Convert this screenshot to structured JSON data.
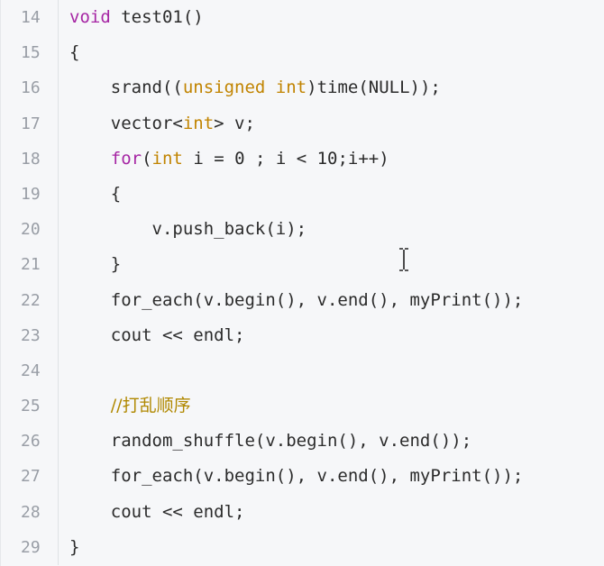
{
  "lines": [
    {
      "num": "14",
      "indent": "",
      "tokens": [
        {
          "t": "void ",
          "c": "kw"
        },
        {
          "t": "test01()",
          "c": "fn"
        }
      ]
    },
    {
      "num": "15",
      "indent": "",
      "tokens": [
        {
          "t": "{",
          "c": "fn"
        }
      ]
    },
    {
      "num": "16",
      "indent": "    ",
      "tokens": [
        {
          "t": "srand((",
          "c": "fn"
        },
        {
          "t": "unsigned int",
          "c": "type"
        },
        {
          "t": ")time(NULL));",
          "c": "fn"
        }
      ]
    },
    {
      "num": "17",
      "indent": "    ",
      "tokens": [
        {
          "t": "vector<",
          "c": "fn"
        },
        {
          "t": "int",
          "c": "type"
        },
        {
          "t": "> v;",
          "c": "fn"
        }
      ]
    },
    {
      "num": "18",
      "indent": "    ",
      "tokens": [
        {
          "t": "for",
          "c": "kw"
        },
        {
          "t": "(",
          "c": "fn"
        },
        {
          "t": "int",
          "c": "type"
        },
        {
          "t": " i = 0 ; i < 10;i++)",
          "c": "fn"
        }
      ]
    },
    {
      "num": "19",
      "indent": "    ",
      "tokens": [
        {
          "t": "{",
          "c": "fn"
        }
      ]
    },
    {
      "num": "20",
      "indent": "        ",
      "tokens": [
        {
          "t": "v.push_back(i);",
          "c": "fn"
        }
      ]
    },
    {
      "num": "21",
      "indent": "    ",
      "tokens": [
        {
          "t": "}",
          "c": "fn"
        }
      ]
    },
    {
      "num": "22",
      "indent": "    ",
      "tokens": [
        {
          "t": "for_each(v.begin(), v.end(), myPrint());",
          "c": "fn"
        }
      ]
    },
    {
      "num": "23",
      "indent": "    ",
      "tokens": [
        {
          "t": "cout << endl;",
          "c": "fn"
        }
      ]
    },
    {
      "num": "24",
      "indent": "",
      "tokens": []
    },
    {
      "num": "25",
      "indent": "    ",
      "tokens": [
        {
          "t": "//打乱顺序",
          "c": "cmt"
        }
      ]
    },
    {
      "num": "26",
      "indent": "    ",
      "tokens": [
        {
          "t": "random_shuffle(v.begin(), v.end());",
          "c": "fn"
        }
      ]
    },
    {
      "num": "27",
      "indent": "    ",
      "tokens": [
        {
          "t": "for_each(v.begin(), v.end(), myPrint());",
          "c": "fn"
        }
      ]
    },
    {
      "num": "28",
      "indent": "    ",
      "tokens": [
        {
          "t": "cout << endl;",
          "c": "fn"
        }
      ]
    },
    {
      "num": "29",
      "indent": "",
      "tokens": [
        {
          "t": "}",
          "c": "fn"
        }
      ]
    }
  ],
  "colors": {
    "keyword": "#a626a4",
    "type": "#c18401",
    "text": "#2b2b2b",
    "comment": "#b08800",
    "line_number": "#999ea6",
    "background": "#f6f7f9"
  },
  "cursor_icon": "text-cursor-icon"
}
